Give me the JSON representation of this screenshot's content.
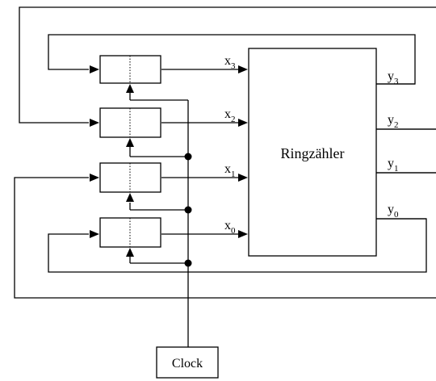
{
  "counter": {
    "label": "Ringzähler"
  },
  "clock": {
    "label": "Clock"
  },
  "inputs": [
    {
      "base": "x",
      "index": "3"
    },
    {
      "base": "x",
      "index": "2"
    },
    {
      "base": "x",
      "index": "1"
    },
    {
      "base": "x",
      "index": "0"
    }
  ],
  "outputs": [
    {
      "base": "y",
      "index": "3"
    },
    {
      "base": "y",
      "index": "2"
    },
    {
      "base": "y",
      "index": "1"
    },
    {
      "base": "y",
      "index": "0"
    }
  ]
}
